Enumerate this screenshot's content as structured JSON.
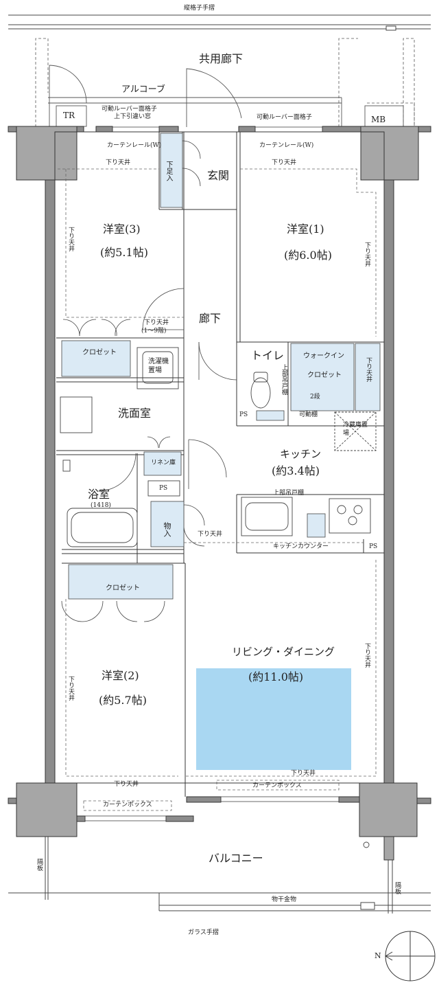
{
  "labels": {
    "vertical_rail": "縦格子手摺",
    "common_corridor": "共用廊下",
    "alcove": "アルコーブ",
    "tr": "TR",
    "mb": "MB",
    "louver_left_1": "可動ルーバー面格子",
    "louver_left_2": "上下引違い窓",
    "louver_right": "可動ルーバー面格子",
    "curtain_rail_left": "カーテンレール(W)",
    "curtain_rail_right": "カーテンレール(W)",
    "lowered_ceiling_1": "下り天井",
    "lowered_ceiling_2": "下り天井",
    "shoe_box": "下足入",
    "entrance": "玄関",
    "room3_name": "洋室(3)",
    "room3_size": "(約5.1帖)",
    "room1_name": "洋室(1)",
    "room1_size": "(約6.0帖)",
    "lowered_ceiling_v1": "下り天井",
    "lowered_ceiling_v2": "下り天井",
    "lowered_ceiling_hall": "下り天井",
    "lowered_ceiling_floors": "(1～9階)",
    "hallway": "廊下",
    "closet_3": "クロゼット",
    "washer": "洗濯機置場",
    "toilet": "トイレ",
    "upper_cabinet_v": "上部吊戸棚",
    "walkin_1": "ウォークイン",
    "walkin_2": "クロゼット",
    "lowered_ceiling_v3": "下り天井",
    "two_tier": "2段",
    "ps_1": "PS",
    "movable_shelf": "可動棚",
    "fridge": "冷蔵庫置場",
    "washroom": "洗面室",
    "linen": "リネン庫",
    "kitchen_name": "キッチン",
    "kitchen_size": "(約3.4帖)",
    "bath_name": "浴室",
    "bath_size": "(1418)",
    "ps_2": "PS",
    "upper_cabinet": "上部吊戸棚",
    "storage": "物入",
    "lowered_ceiling_3": "下り天井",
    "kitchen_counter": "キッチンカウンター",
    "ps_3": "PS",
    "closet_2": "クロゼット",
    "living_name": "リビング・ダイニング",
    "living_size": "(約11.0帖)",
    "lowered_ceiling_v4": "下り天井",
    "room2_name": "洋室(2)",
    "room2_size": "(約5.7帖)",
    "lowered_ceiling_v5": "下り天井",
    "lowered_ceiling_4": "下り天井",
    "lowered_ceiling_5": "下り天井",
    "curtain_box_1": "カーテンボックス",
    "curtain_box_2": "カーテンボックス",
    "balcony": "バルコニー",
    "partition_1": "隔板",
    "partition_2": "隔板",
    "drying_hardware": "物干金物",
    "glass_rail": "ガラス手摺",
    "north": "N"
  },
  "colors": {
    "storage_fill": "#dbeaf5",
    "living_highlight": "#a9d7f2",
    "column_fill": "#a6a6a6",
    "wall_fill": "#8c8c8c",
    "line": "#333333"
  }
}
